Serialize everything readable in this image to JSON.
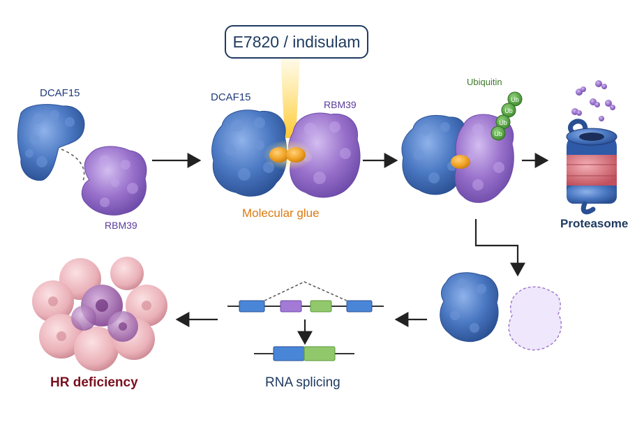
{
  "drug": {
    "label": "E7820 / indisulam"
  },
  "step1": {
    "dcaf15_label": "DCAF15",
    "rbm39_label": "RBM39"
  },
  "step2": {
    "dcaf15_label": "DCAF15",
    "rbm39_label": "RBM39",
    "glue_label": "Molecular glue"
  },
  "step3": {
    "ubiquitin_label": "Ubiquitin",
    "ub_tag": "Ub"
  },
  "step4": {
    "proteasome_label": "Proteasome"
  },
  "bottom": {
    "splicing_label": "RNA splicing",
    "hr_label": "HR deficiency"
  },
  "colors": {
    "dcaf15": "#4a78c2",
    "rbm39": "#9a72cc",
    "glue": "#f0a226",
    "ubiquitin": "#4f9a3c",
    "proteasome_red": "#d9707a",
    "title_text": "#1f3a60",
    "glue_text": "#dc7a10",
    "hr_text": "#7a1020",
    "rbm39_text": "#5a3a9a"
  },
  "icons": [
    "dcaf15-protein-icon",
    "rbm39-protein-icon",
    "molecular-glue-icon",
    "ubiquitin-chain-icon",
    "proteasome-icon",
    "degraded-fragments-icon",
    "mrna-exon-icon",
    "cell-cluster-icon"
  ]
}
